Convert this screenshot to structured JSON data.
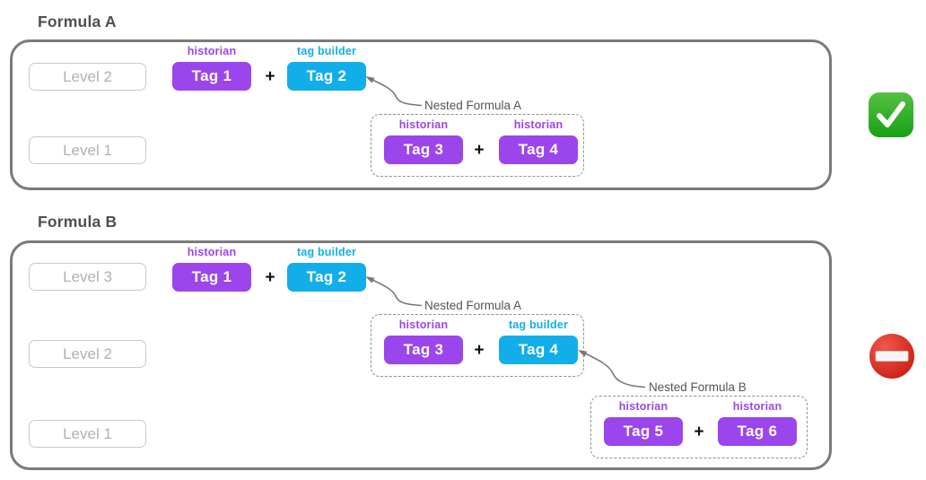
{
  "colors": {
    "historian_purple": "#9b45ec",
    "tag_builder_blue": "#12aee9",
    "check_green_light": "#55c143",
    "check_green_dark": "#17a015",
    "no_entry_red_light": "#f0584a",
    "no_entry_red_dark": "#c6150b"
  },
  "formula_a": {
    "title": "Formula A",
    "levels": [
      {
        "label": "Level 2"
      },
      {
        "label": "Level 1"
      }
    ],
    "main_row": {
      "plus": "+",
      "tags": [
        {
          "label": "Tag 1",
          "type": "historian"
        },
        {
          "label": "Tag 2",
          "type": "tag builder"
        }
      ]
    },
    "nested": {
      "callout": "Nested Formula A",
      "plus": "+",
      "tags": [
        {
          "label": "Tag 3",
          "type": "historian"
        },
        {
          "label": "Tag 4",
          "type": "historian"
        }
      ]
    },
    "status": "approved"
  },
  "formula_b": {
    "title": "Formula B",
    "levels": [
      {
        "label": "Level 3"
      },
      {
        "label": "Level 2"
      },
      {
        "label": "Level 1"
      }
    ],
    "main_row": {
      "plus": "+",
      "tags": [
        {
          "label": "Tag 1",
          "type": "historian"
        },
        {
          "label": "Tag 2",
          "type": "tag builder"
        }
      ]
    },
    "nested_a": {
      "callout": "Nested Formula A",
      "plus": "+",
      "tags": [
        {
          "label": "Tag 3",
          "type": "historian"
        },
        {
          "label": "Tag 4",
          "type": "tag builder"
        }
      ]
    },
    "nested_b": {
      "callout": "Nested Formula B",
      "plus": "+",
      "tags": [
        {
          "label": "Tag 5",
          "type": "historian"
        },
        {
          "label": "Tag 6",
          "type": "historian"
        }
      ]
    },
    "status": "not-allowed"
  }
}
